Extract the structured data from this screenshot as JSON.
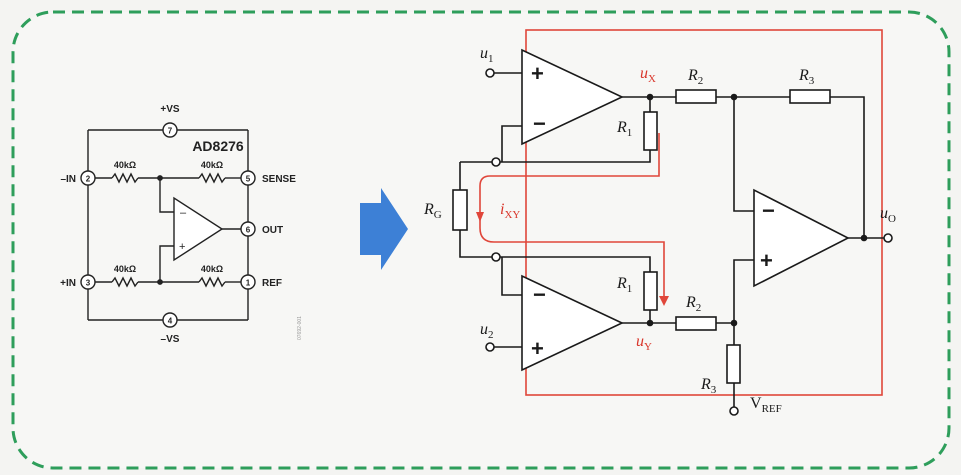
{
  "left_chip": {
    "part_number": "AD8276",
    "doc_code": "07692-001",
    "pins": {
      "vs_pos": {
        "label": "+VS",
        "num": "7"
      },
      "vs_neg": {
        "label": "–VS",
        "num": "4"
      },
      "in_neg": {
        "label": "–IN",
        "num": "2"
      },
      "in_pos": {
        "label": "+IN",
        "num": "3"
      },
      "sense": {
        "label": "SENSE",
        "num": "5"
      },
      "out": {
        "label": "OUT",
        "num": "6"
      },
      "ref": {
        "label": "REF",
        "num": "1"
      }
    },
    "resistor_top_left": "40kΩ",
    "resistor_top_right": "40kΩ",
    "resistor_bot_left": "40kΩ",
    "resistor_bot_right": "40kΩ",
    "opamp_minus": "–",
    "opamp_plus": "+"
  },
  "arrow": {
    "color": "#3d80d6"
  },
  "right_circuit": {
    "u1": {
      "main": "u",
      "sub": "1"
    },
    "u2": {
      "main": "u",
      "sub": "2"
    },
    "ux": {
      "main": "u",
      "sub": "X"
    },
    "uy": {
      "main": "u",
      "sub": "Y"
    },
    "uo": {
      "main": "u",
      "sub": "O"
    },
    "ixy": {
      "main": "i",
      "sub": "XY"
    },
    "rg": {
      "main": "R",
      "sub": "G"
    },
    "r1_top": {
      "main": "R",
      "sub": "1"
    },
    "r1_bot": {
      "main": "R",
      "sub": "1"
    },
    "r2_top": {
      "main": "R",
      "sub": "2"
    },
    "r2_bot": {
      "main": "R",
      "sub": "2"
    },
    "r3_top": {
      "main": "R",
      "sub": "3"
    },
    "r3_bot": {
      "main": "R",
      "sub": "3"
    },
    "vref": {
      "main": "V",
      "sub": "REF"
    },
    "plus": "+",
    "minus": "−"
  },
  "colors": {
    "border_dash": "#2e9e5b",
    "highlight": "#e0463a",
    "wire": "#1a1a1a",
    "red_label": "#d9362b"
  }
}
